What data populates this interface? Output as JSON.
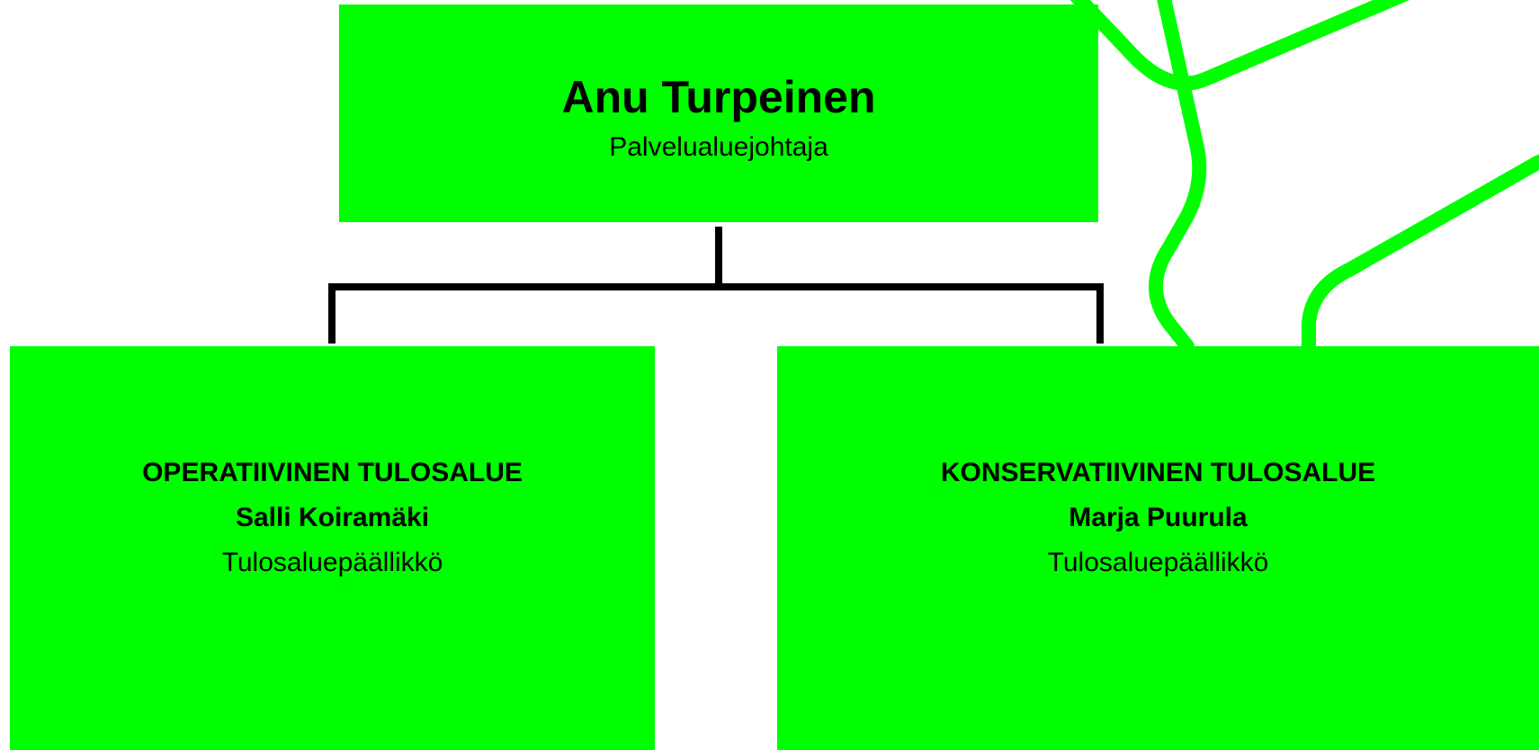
{
  "colors": {
    "box_fill": "#00ff00",
    "connector": "#000000",
    "decor_stroke": "#00ff00"
  },
  "top": {
    "name": "Anu Turpeinen",
    "title": "Palvelualuejohtaja"
  },
  "units": [
    {
      "unit": "OPERATIIVINEN TULOSALUE",
      "name": "Salli Koiramäki",
      "title": "Tulosaluepäällikkö"
    },
    {
      "unit": "KONSERVATIIVINEN TULOSALUE",
      "name": "Marja Puurula",
      "title": "Tulosaluepäällikkö"
    }
  ]
}
